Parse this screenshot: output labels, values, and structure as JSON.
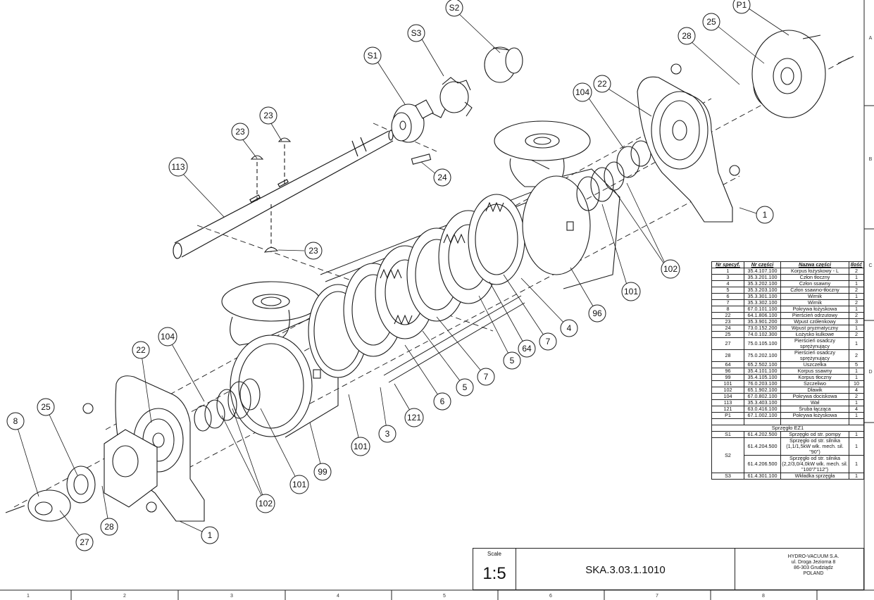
{
  "callouts": [
    {
      "label": "P1"
    },
    {
      "label": "25"
    },
    {
      "label": "28"
    },
    {
      "label": "22"
    },
    {
      "label": "104"
    },
    {
      "label": "S2"
    },
    {
      "label": "S3"
    },
    {
      "label": "S1"
    },
    {
      "label": "23"
    },
    {
      "label": "23"
    },
    {
      "label": "113"
    },
    {
      "label": "24"
    },
    {
      "label": "23"
    },
    {
      "label": "1"
    },
    {
      "label": "102"
    },
    {
      "label": "101"
    },
    {
      "label": "96"
    },
    {
      "label": "4"
    },
    {
      "label": "7"
    },
    {
      "label": "64"
    },
    {
      "label": "5"
    },
    {
      "label": "7"
    },
    {
      "label": "5"
    },
    {
      "label": "6"
    },
    {
      "label": "121"
    },
    {
      "label": "3"
    },
    {
      "label": "101"
    },
    {
      "label": "99"
    },
    {
      "label": "101"
    },
    {
      "label": "102"
    },
    {
      "label": "104"
    },
    {
      "label": "22"
    },
    {
      "label": "25"
    },
    {
      "label": "8"
    },
    {
      "label": "27"
    },
    {
      "label": "28"
    },
    {
      "label": "1"
    }
  ],
  "zones": {
    "columns": [
      "1",
      "2",
      "3",
      "4",
      "5",
      "6",
      "7",
      "8"
    ],
    "rows": [
      "A",
      "B",
      "C",
      "D"
    ]
  },
  "parts_list": {
    "headers": [
      "Nr specyf.",
      "Nr części",
      "Nazwa części",
      "Ilość"
    ],
    "rows": [
      [
        "1",
        "35.4.107.100",
        "Korpus łożyskowy - L",
        "2"
      ],
      [
        "3",
        "35.3.201.100",
        "Człon tłoczny",
        "1"
      ],
      [
        "4",
        "35.3.202.100",
        "Człon ssawny",
        "1"
      ],
      [
        "5",
        "35.3.203.100",
        "Człon ssawno-tłoczny",
        "2"
      ],
      [
        "6",
        "35.3.301.100",
        "Wirnik",
        "1"
      ],
      [
        "7",
        "35.3.302.100",
        "Wirnik",
        "2"
      ],
      [
        "8",
        "67.0.101.100",
        "Pokrywa łożyskowa",
        "1"
      ],
      [
        "22",
        "64.1.806.100",
        "Pierścień odrzutowy",
        "2"
      ],
      [
        "23",
        "35.3.901.200",
        "Wpust czółenkowy",
        "3"
      ],
      [
        "24",
        "73.0.152.200",
        "Wpust pryzmatyczny",
        "1"
      ],
      [
        "25",
        "74.0.102.300",
        "Łożysko kulkowe",
        "2"
      ],
      [
        "27",
        "75.0.105.100",
        "Pierścień osadczy sprężynujący",
        "1"
      ],
      [
        "28",
        "75.0.202.100",
        "Pierścień osadczy sprężynujący",
        "2"
      ],
      [
        "64",
        "65.2.502.100",
        "Uszczelka",
        "5"
      ],
      [
        "96",
        "35.4.101.100",
        "Korpus ssawny",
        "1"
      ],
      [
        "99",
        "35.4.105.100",
        "Korpus tłoczny",
        "1"
      ],
      [
        "101",
        "76.0.203.100",
        "Szczeliwo",
        "10"
      ],
      [
        "102",
        "65.1.902.100",
        "Dławik",
        "4"
      ],
      [
        "104",
        "67.0.802.100",
        "Pokrywa dociskowa",
        "2"
      ],
      [
        "113",
        "35.3.403.100",
        "Wał",
        "1"
      ],
      [
        "121",
        "63.0.416.100",
        "Śruba łącząca",
        "4"
      ],
      [
        "P1",
        "67.1.002.100",
        "Pokrywa łożyskowa",
        "1"
      ]
    ],
    "coupling_title": "Sprzęgło EZ1",
    "coupling_rows": {
      "s1": {
        "spec": "S1",
        "part": "61.4.202.500",
        "name": "Sprzęgło od str. pompy",
        "qty": "1"
      },
      "s2": {
        "spec": "S2",
        "a": {
          "part": "61.4.204.500",
          "name": "Sprzęgło od str. silnika (1,1/1,5kW wlk. mech. sil. \"90\")",
          "qty": "1"
        },
        "b": {
          "part": "61.4.206.500",
          "name": "Sprzęgło od str. silnika (2,2/3,0/4,0kW wlk. mech. sil. \"100\"/\"112\")",
          "qty": "1"
        }
      },
      "s3": {
        "spec": "S3",
        "part": "61.4.301.100",
        "name": "Wkładka sprzęgła",
        "qty": "1"
      }
    }
  },
  "title_block": {
    "scale_label": "Scale",
    "scale_value": "1:5",
    "drawing_number": "SKA.3.03.1.1010",
    "company_lines": [
      "HYDRO-VACUUM S.A.",
      "ul. Droga Jeziorna 8",
      "86-303 Grudziądz",
      "POLAND"
    ]
  }
}
